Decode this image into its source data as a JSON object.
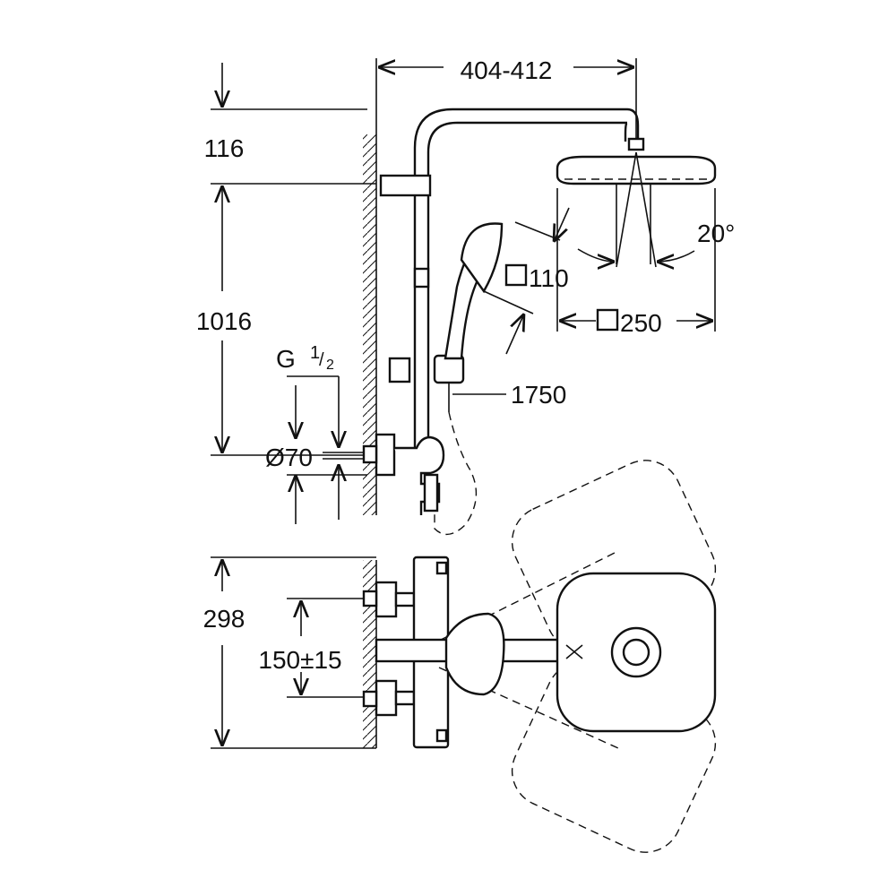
{
  "dimensions": {
    "arm_projection": "404-412",
    "top_to_arm": "116",
    "height_arm_to_outlet": "1016",
    "thread": "G",
    "thread_num": "1",
    "thread_den": "2",
    "rosette_diameter": "Ø70",
    "handshower_size": "110",
    "head_size": "250",
    "spray_angle": "20°",
    "hose_length": "1750",
    "mixer_height": "298",
    "inlet_centers": "150±15"
  },
  "colors": {
    "line": "#111111",
    "background": "#ffffff"
  }
}
